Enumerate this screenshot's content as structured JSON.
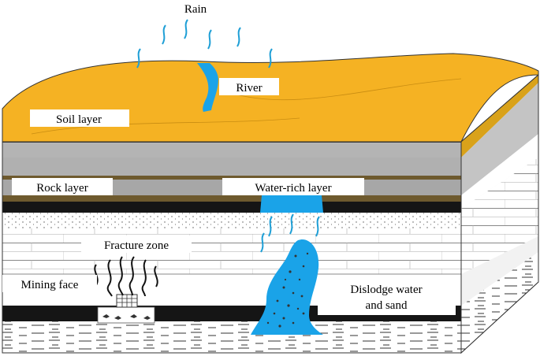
{
  "labels": {
    "rain": "Rain",
    "river": "River",
    "soil_layer": "Soil layer",
    "rock_layer": "Rock layer",
    "water_rich_layer": "Water-rich layer",
    "fracture_zone": "Fracture zone",
    "mining_face": "Mining face",
    "dislodge_line1": "Dislodge water",
    "dislodge_line2": "and sand"
  },
  "colors": {
    "soil": "#f5b223",
    "rock_gray": "#b4b4b4",
    "brown_band": "#6e5a2e",
    "black_band": "#151515",
    "water": "#1aa3e8",
    "rain": "#1f9fd6"
  }
}
